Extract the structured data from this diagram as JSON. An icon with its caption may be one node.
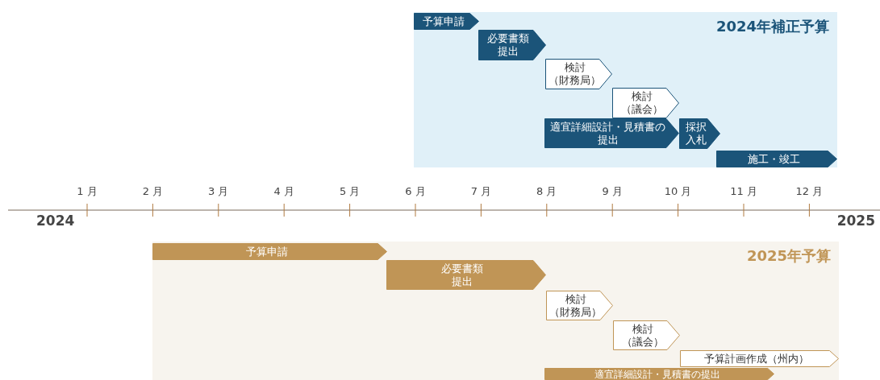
{
  "diagram": {
    "nodes": [
      {
        "text": [
          "2024年補正予算"
        ]
      },
      {
        "text": [
          "予算申請"
        ],
        "in": 0
      },
      {
        "text": [
          "必要書類提出"
        ],
        "in": 0
      },
      {
        "text": [
          "検討（財務局）"
        ],
        "in": 0
      },
      {
        "text": [
          "検討（議会）"
        ],
        "in": 0
      },
      {
        "text": [
          "適宜詳細設計・見積書の提出"
        ],
        "in": 0
      },
      {
        "text": [
          "採択入札"
        ],
        "in": 0
      },
      {
        "text": [
          "施工・竣工"
        ],
        "in": 0
      },
      {
        "text": [
          "2025年予算"
        ]
      },
      {
        "text": [
          "予算申請"
        ],
        "in": 8
      },
      {
        "text": [
          "必要書類提出"
        ],
        "in": 8
      },
      {
        "text": [
          "検討（財務局）"
        ],
        "in": 8
      },
      {
        "text": [
          "検討（議会）"
        ],
        "in": 8
      },
      {
        "text": [
          "予算計画作成（州内）"
        ],
        "in": 8
      },
      {
        "text": [
          "適宜詳細設計・見積書の提出"
        ],
        "in": 8
      }
    ],
    "labels": [
      "1 月",
      "2 月",
      "3 月",
      "4 月",
      "5 月",
      "6 月",
      "7 月",
      "8 月",
      "9 月",
      "10 月",
      "11 月",
      "12 月",
      "2024",
      "2025"
    ]
  }
}
